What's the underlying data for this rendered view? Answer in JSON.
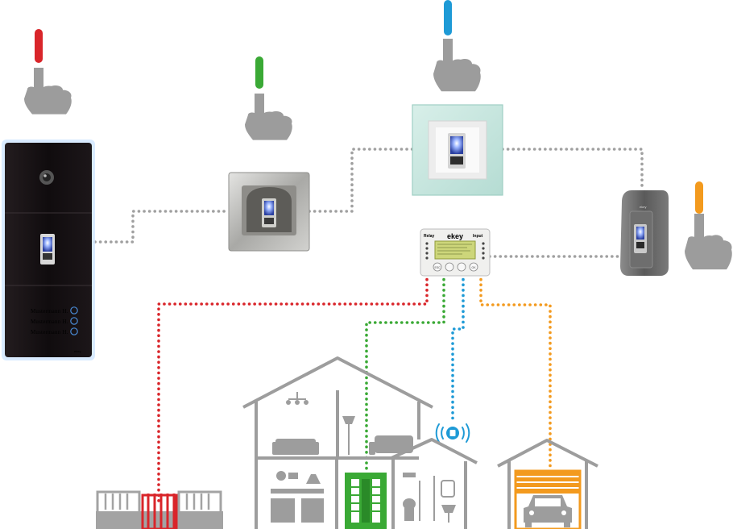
{
  "doorbell_panel": {
    "brand": "ekey",
    "name_plates": [
      "Mustermann H.",
      "Mustermann H.",
      "Mustermann H."
    ]
  },
  "control_unit": {
    "relay_label": "Relay",
    "brand_word": "ekey",
    "input_label": "Input",
    "buttons": [
      "ESC",
      "",
      "",
      "OK"
    ]
  },
  "colors": {
    "red": "#d9252a",
    "green": "#3aa935",
    "blue": "#1e9ad6",
    "orange": "#f39a1e",
    "gray": "#a0a0a0",
    "house_gray": "#9d9d9d"
  },
  "icons": [
    "finger-pointing-hand-icon",
    "fingerprint-scanner-icon",
    "wireless-signal-icon",
    "garage-car-icon",
    "gate-icon",
    "door-icon"
  ]
}
